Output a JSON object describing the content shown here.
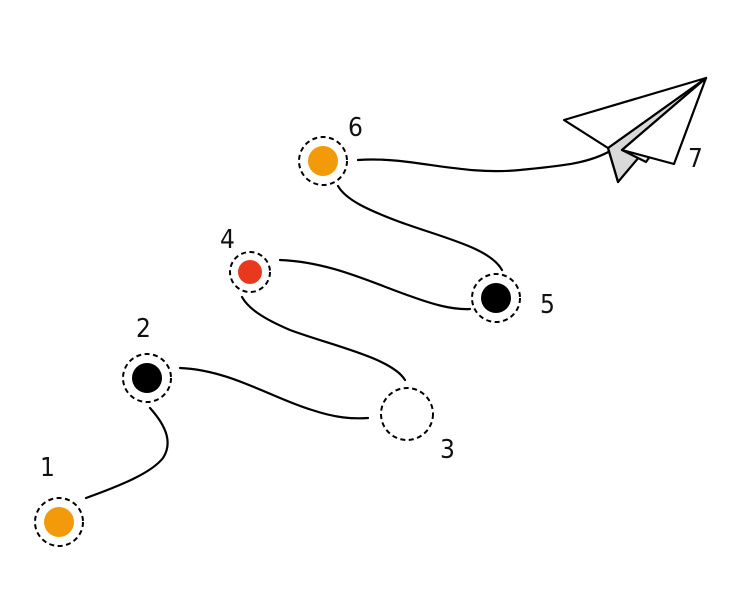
{
  "colors": {
    "orange": "#F39A0A",
    "black": "#000000",
    "red": "#E8391E",
    "empty": "#FFFFFF",
    "line": "#000000",
    "plane_fill_dark": "#D9D9D9",
    "plane_fill_light": "#EFEFEF"
  },
  "steps": [
    {
      "label": "1",
      "fill": "orange",
      "icon": "orange-dot"
    },
    {
      "label": "2",
      "fill": "black",
      "icon": "black-dot"
    },
    {
      "label": "3",
      "fill": "empty",
      "icon": "empty-circle"
    },
    {
      "label": "4",
      "fill": "red",
      "icon": "red-dot"
    },
    {
      "label": "5",
      "fill": "black",
      "icon": "black-dot"
    },
    {
      "label": "6",
      "fill": "orange",
      "icon": "orange-dot"
    }
  ],
  "destination": {
    "label": "7",
    "icon": "paper-plane-icon"
  }
}
